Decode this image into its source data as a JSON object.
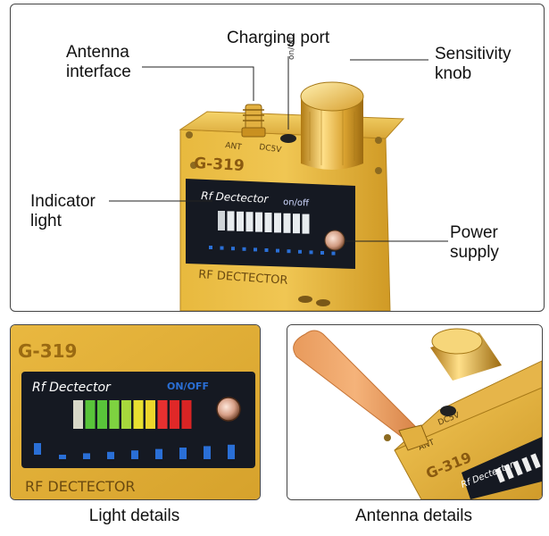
{
  "top": {
    "callouts": {
      "antenna_line1": "Antenna",
      "antenna_line2": "interface",
      "charging": "Charging port",
      "sensitivity_line1": "Sensitivity",
      "sensitivity_line2": "knob",
      "indicator_line1": "Indicator",
      "indicator_line2": "light",
      "power_line1": "Power",
      "power_line2": "supply"
    },
    "device": {
      "model": "G-319",
      "screen_title": "Rf Dectector",
      "onoff": "on/off",
      "footer": "RF DECTECTOR",
      "port_ant": "ANT",
      "port_dc": "DC5V"
    }
  },
  "light_details": {
    "caption": "Light details",
    "model": "G-319",
    "screen_title": "Rf Dectector",
    "onoff": "ON/OFF",
    "footer": "RF DECTECTOR",
    "segment_colors": [
      "#d8d8c8",
      "#59c43a",
      "#59c43a",
      "#7ed240",
      "#a7d83c",
      "#e8e030",
      "#ecd52c",
      "#e83030",
      "#e02828",
      "#d82424"
    ]
  },
  "antenna_details": {
    "caption": "Antenna details",
    "model": "G-319",
    "screen_title": "Rf Dectector",
    "port_ant": "ANT",
    "port_dc": "DC5V"
  },
  "colors": {
    "gold": "#d9a52e",
    "gold_dark": "#b5801b",
    "screen": "#151922",
    "accent_blue": "#2a6fd6"
  }
}
